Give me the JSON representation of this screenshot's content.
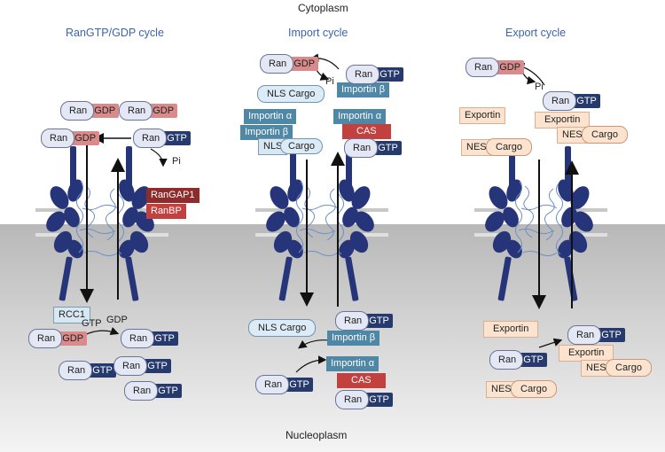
{
  "regions": {
    "cytoplasm": "Cytoplasm",
    "nucleoplasm": "Nucleoplasm"
  },
  "titles": {
    "rangtp_cycle": "RanGTP/GDP cycle",
    "import_cycle": "Import cycle",
    "export_cycle": "Export cycle"
  },
  "common": {
    "ran": "Ran",
    "gtp": "GTP",
    "gdp": "GDP",
    "pi": "Pi"
  },
  "cycle1": {
    "rangap1": "RanGAP1",
    "ranbp": "RanBP",
    "rcc1": "RCC1",
    "gtp_label": "GTP",
    "gdp_label": "GDP"
  },
  "import": {
    "nls_cargo": "NLS Cargo",
    "importin_a": "Importin α",
    "importin_b": "Importin β",
    "cas": "CAS",
    "nls": "NLS",
    "cargo": "Cargo"
  },
  "export": {
    "exportin": "Exportin",
    "nes": "NES",
    "cargo": "Cargo"
  },
  "colors": {
    "ran_gtp": "#263a6e",
    "ran_gdp": "#d98a8a",
    "importin": "#4f87a6",
    "cas": "#c2413f",
    "pore": "#26357a",
    "title": "#3a64b0"
  }
}
